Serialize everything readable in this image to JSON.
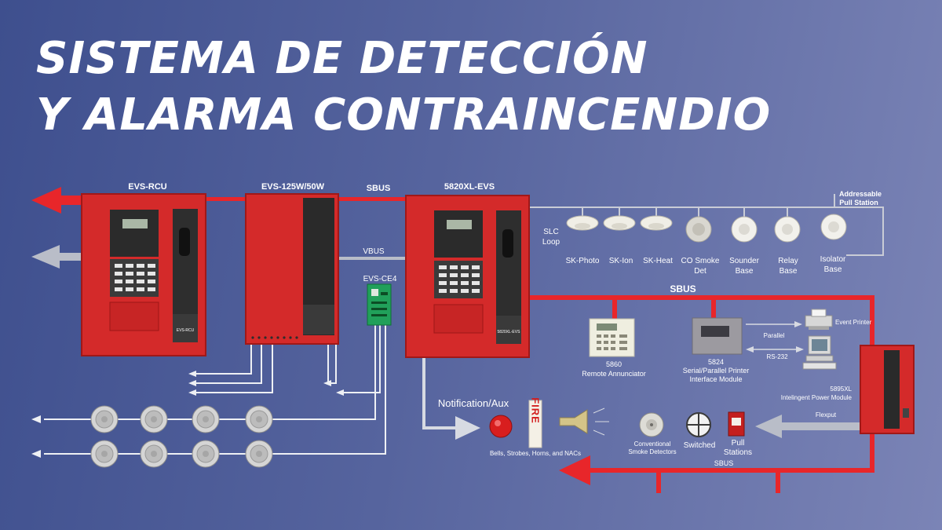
{
  "title": {
    "line1": "SISTEMA DE DETECCIÓN",
    "line2": "Y ALARMA CONTRAINCENDIO"
  },
  "panels": {
    "rcu": {
      "label": "EVS-RCU",
      "plate": "EVS-RCU"
    },
    "amp": {
      "label": "EVS-125W/50W"
    },
    "main": {
      "label": "5820XL-EVS",
      "plate": "5820XL-EVS"
    },
    "cs4": {
      "label": "EVS-CE4"
    },
    "power": {
      "label": "5895XL",
      "sublabel": "Intelingent Power Module"
    }
  },
  "buses": {
    "sbus_top": "SBUS",
    "vbus": "VBUS",
    "sbus_mid": "SBUS",
    "sbus_bottom": "SBUS",
    "flexput": "Flexput",
    "parallel": "Parallel",
    "rs232": "RS-232"
  },
  "slc": {
    "line1": "SLC",
    "line2": "Loop"
  },
  "addressable_pull": {
    "line1": "Addressable",
    "line2": "Pull Station"
  },
  "detectors": [
    {
      "line1": "SK-Photo",
      "line2": ""
    },
    {
      "line1": "SK-Ion",
      "line2": ""
    },
    {
      "line1": "SK-Heat",
      "line2": ""
    },
    {
      "line1": "CO Smoke",
      "line2": "Det"
    },
    {
      "line1": "Sounder",
      "line2": "Base"
    },
    {
      "line1": "Relay",
      "line2": "Base"
    },
    {
      "line1": "Isolator",
      "line2": "Base"
    }
  ],
  "annunciator": {
    "line1": "5860",
    "line2": "Remote Annunciator"
  },
  "printer_module": {
    "line1": "5824",
    "line2": "Serial/Parallel Printer",
    "line3": "Interface Module"
  },
  "event_printer": "Event Printer",
  "notification": {
    "label": "Notification/Aux",
    "caption": "Bells, Strobes, Horns, and NACs",
    "fire_sign": "FIRE"
  },
  "conventional": {
    "smoke": {
      "line1": "Conventional",
      "line2": "Smoke Detectors"
    },
    "switched": "Switched",
    "pull": {
      "line1": "Pull",
      "line2": "Stations"
    }
  },
  "colors": {
    "panel_red": "#d42a2a",
    "bus_red": "#e8262a",
    "arrow_gray": "#b9bdc8",
    "background": "#56649e"
  }
}
